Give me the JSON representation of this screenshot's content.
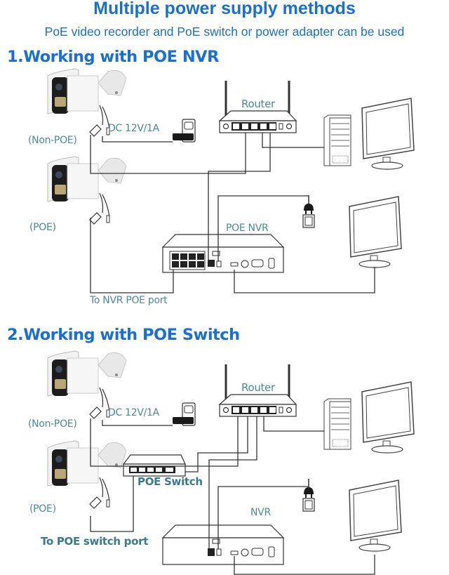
{
  "header": {
    "title": "Multiple power supply methods",
    "subtitle": "PoE video recorder and PoE switch or power adapter can be used"
  },
  "colors": {
    "heading": "#1a6fd4",
    "label": "#4a8a9a",
    "line": "#333333"
  },
  "sections": [
    {
      "heading": "1.Working with POE NVR",
      "labels": {
        "non_poe_camera": "(Non-POE)",
        "poe_camera": "(POE)",
        "dc_power": "DC 12V/1A",
        "router": "Router",
        "recorder": "POE NVR",
        "camera_port_note": "To NVR POE port"
      },
      "devices": [
        "bullet-camera",
        "bullet-camera",
        "power-outlet",
        "router",
        "desktop-tower",
        "monitor",
        "poe-nvr",
        "power-plug",
        "monitor"
      ]
    },
    {
      "heading": "2.Working with POE Switch",
      "labels": {
        "non_poe_camera": "(Non-POE)",
        "poe_camera": "(POE)",
        "dc_power": "DC 12V/1A",
        "router": "Router",
        "switch": "POE Switch",
        "recorder": "NVR",
        "camera_port_note": "To POE switch port"
      },
      "devices": [
        "bullet-camera",
        "bullet-camera",
        "power-outlet",
        "router",
        "desktop-tower",
        "monitor",
        "poe-switch",
        "nvr",
        "power-plug",
        "monitor"
      ]
    }
  ]
}
